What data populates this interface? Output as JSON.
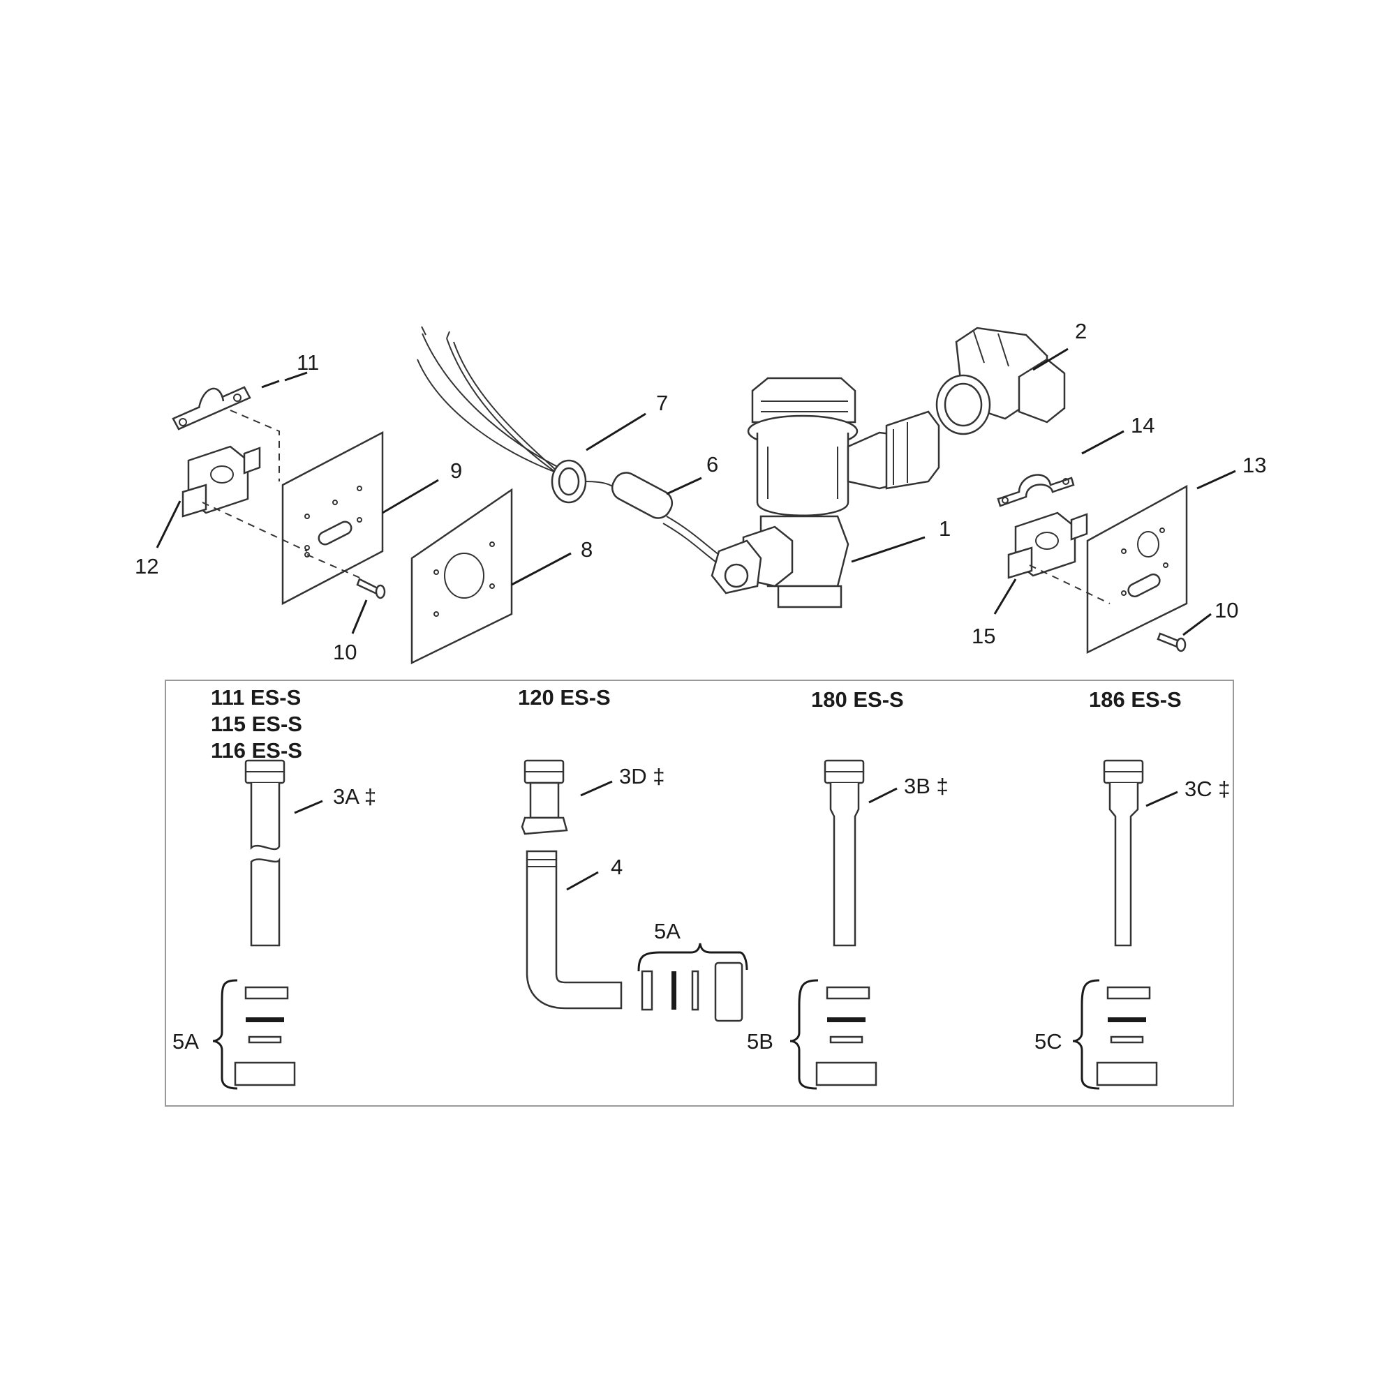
{
  "callouts": {
    "c1": "1",
    "c2": "2",
    "c6": "6",
    "c7": "7",
    "c8": "8",
    "c9": "9",
    "c10_left": "10",
    "c10_right": "10",
    "c11": "11",
    "c12": "12",
    "c13": "13",
    "c14": "14",
    "c15": "15",
    "c3a": "3A ‡",
    "c3b": "3B ‡",
    "c3c": "3C ‡",
    "c3d": "3D ‡",
    "c4": "4",
    "c5a_left": "5A",
    "c5a_mid": "5A",
    "c5b": "5B",
    "c5c": "5C"
  },
  "models": {
    "m111": "111 ES-S",
    "m115": "115 ES-S",
    "m116": "116 ES-S",
    "m120": "120 ES-S",
    "m180": "180 ES-S",
    "m186": "186 ES-S"
  },
  "colors": {
    "line": "#1a1a1a",
    "frame": "#999999",
    "background": "#ffffff"
  }
}
